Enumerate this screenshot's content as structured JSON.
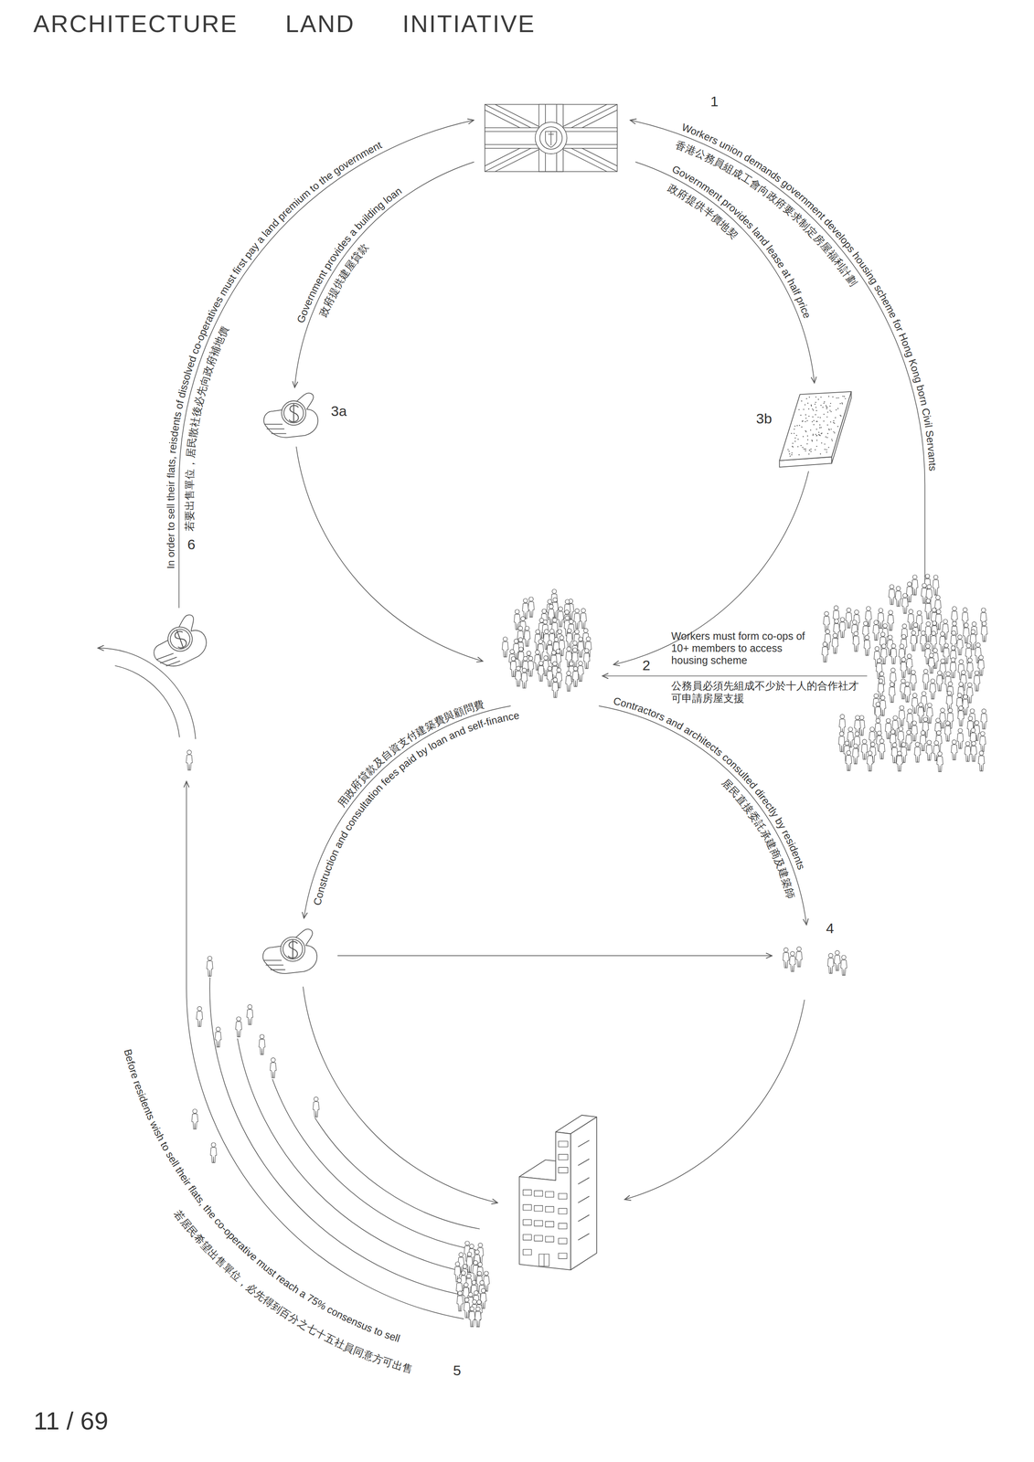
{
  "diagram": {
    "title": "ARCHITECTURE LAND INITIATIVE",
    "labels": [
      "1",
      "Workers union demands government develops housing scheme for Hong Kong born Civil Servants",
      "香港公務員組成工會向政府要求制定房屋福利計劃",
      "Government provides land lease at half price",
      "政府提供半價地契",
      "Government provides a building loan",
      "政府提供建屋貸款",
      "In order to sell their flats, reisdents of dissolved co-operatives must first pay a land premium to the government",
      "若要出售單位，居民散社後必先向政府補地價",
      "3a",
      "3b",
      "6",
      "2",
      "Workers must form co-ops of 10+ members to access housing scheme",
      "公務員必須先組成不少於十人的合作社才可申請房屋支援",
      "用政府貸款及自資支付建築費與顧問費",
      "Construction and consultation fees paid by loan and self-finance",
      "Contractors and architects consulted directly by residents",
      "居民直接委託承建商及建築師",
      "4",
      "Before residents wish to sell their flats, the co-operative must reach a 75% consensus to sell",
      "若居民希望出售單位，必先得到百分之七十五社員同意方可出售",
      "5",
      "11 / 69"
    ]
  }
}
